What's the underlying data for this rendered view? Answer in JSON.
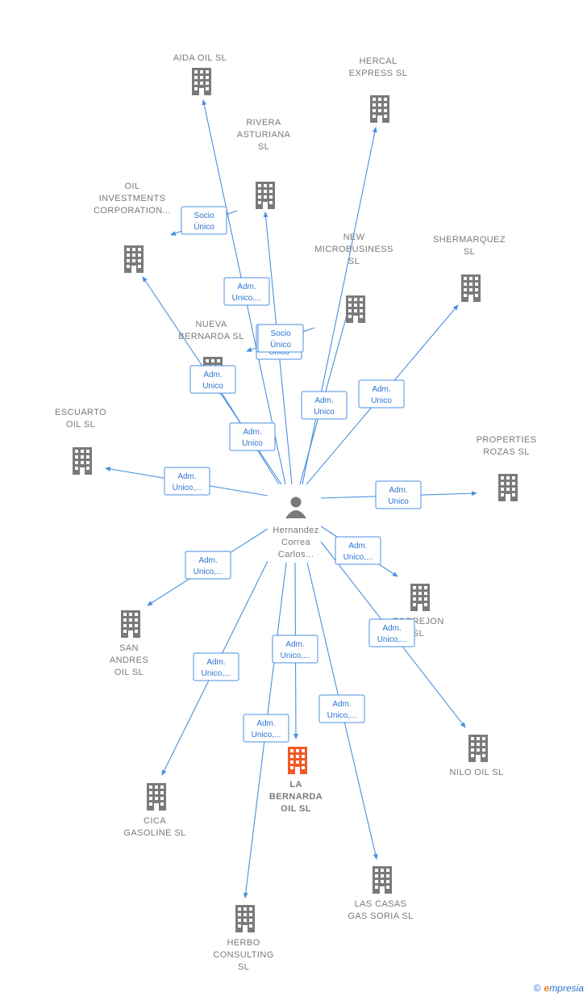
{
  "center": {
    "label": [
      "Hernandez",
      "Correa",
      "Carlos..."
    ]
  },
  "companies": [
    {
      "id": "aida",
      "label": [
        "AIDA OIL  SL"
      ]
    },
    {
      "id": "hercal",
      "label": [
        "HERCAL",
        "EXPRESS  SL"
      ]
    },
    {
      "id": "rivera",
      "label": [
        "RIVERA",
        "ASTURIANA",
        "SL"
      ]
    },
    {
      "id": "oil_inv",
      "label": [
        "OIL",
        "INVESTMENTS",
        "CORPORATION..."
      ]
    },
    {
      "id": "new_micro",
      "label": [
        "NEW",
        "MICROBUSINESS",
        "SL"
      ]
    },
    {
      "id": "shermarquez",
      "label": [
        "SHERMARQUEZ",
        "SL"
      ]
    },
    {
      "id": "nueva",
      "label": [
        "NUEVA",
        "BERNARDA  SL"
      ]
    },
    {
      "id": "escuarto",
      "label": [
        "ESCUARTO",
        "OIL  SL"
      ]
    },
    {
      "id": "properties",
      "label": [
        "PROPERTIES",
        "ROZAS  SL"
      ]
    },
    {
      "id": "torrejon",
      "label": [
        "TORREJON",
        "SL"
      ]
    },
    {
      "id": "san_andres",
      "label": [
        "SAN",
        "ANDRES",
        "OIL  SL"
      ]
    },
    {
      "id": "nilo",
      "label": [
        "NILO OIL  SL"
      ]
    },
    {
      "id": "la_bernarda",
      "label": [
        "LA",
        "BERNARDA",
        "OIL  SL"
      ],
      "highlight": true
    },
    {
      "id": "cica",
      "label": [
        "CICA",
        "GASOLINE  SL"
      ]
    },
    {
      "id": "las_casas",
      "label": [
        "LAS CASAS",
        "GAS SORIA  SL"
      ]
    },
    {
      "id": "herbo",
      "label": [
        "HERBO",
        "CONSULTING",
        "SL"
      ]
    }
  ],
  "edges": [
    {
      "id": "e_aida",
      "label": [
        "Adm.",
        "Unico,..."
      ]
    },
    {
      "id": "e_hercal",
      "label": [
        "Adm.",
        "Unico"
      ]
    },
    {
      "id": "e_rivera",
      "label": [
        "Adm.",
        "Unico"
      ]
    },
    {
      "id": "e_oilinv",
      "label": [
        "Adm.",
        "Unico"
      ]
    },
    {
      "id": "e_newmicro",
      "label": [
        "Adm.",
        "Unico"
      ]
    },
    {
      "id": "e_socio_oilinv",
      "label": [
        "Socio",
        "Único"
      ]
    },
    {
      "id": "e_socio_nueva",
      "label": [
        "Socio",
        "Único"
      ]
    },
    {
      "id": "e_nueva",
      "label": [
        "Adm.",
        "Unico"
      ]
    },
    {
      "id": "e_shermarquez",
      "label": [
        "Adm.",
        "Unico"
      ]
    },
    {
      "id": "e_escuarto",
      "label": [
        "Adm.",
        "Unico,..."
      ]
    },
    {
      "id": "e_properties",
      "label": [
        "Adm.",
        "Unico"
      ]
    },
    {
      "id": "e_torrejon",
      "label": [
        "Adm.",
        "Unico,..."
      ]
    },
    {
      "id": "e_nilo",
      "label": [
        "Adm.",
        "Unico,..."
      ]
    },
    {
      "id": "e_sanandres",
      "label": [
        "Adm.",
        "Unico,..."
      ]
    },
    {
      "id": "e_cica",
      "label": [
        "Adm.",
        "Unico,..."
      ]
    },
    {
      "id": "e_labernarda",
      "label": [
        "Adm.",
        "Unico,..."
      ]
    },
    {
      "id": "e_herbo",
      "label": [
        "Adm.",
        "Unico,..."
      ]
    },
    {
      "id": "e_lascasas",
      "label": [
        "Adm.",
        "Unico,..."
      ]
    }
  ],
  "footer": {
    "copyright": "©",
    "brand_initial": "e",
    "brand_rest": "mpresia"
  },
  "colors": {
    "edge": "#4a8fe0",
    "node": "#7a7a7a",
    "highlight": "#f05a28",
    "edge_text": "#2f73d0"
  }
}
